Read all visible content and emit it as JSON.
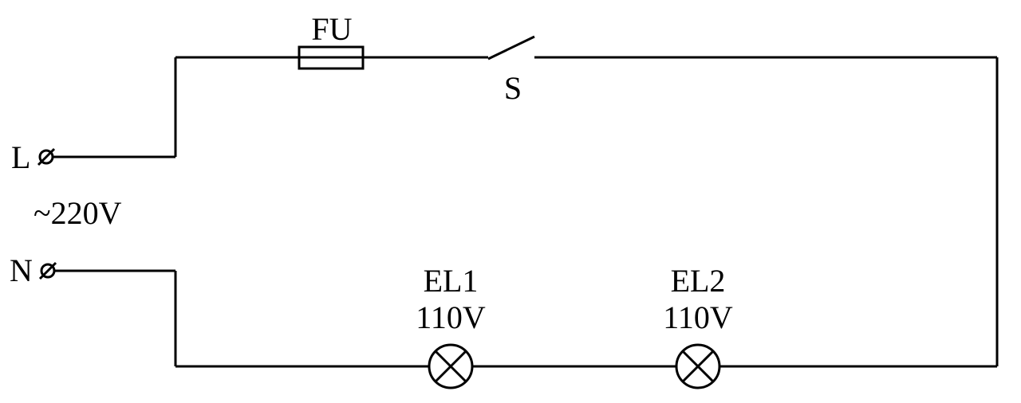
{
  "circuit": {
    "source": {
      "line_label": "L",
      "neutral_label": "N",
      "voltage": "~220V"
    },
    "fuse": {
      "label": "FU"
    },
    "switch": {
      "label": "S"
    },
    "lamps": [
      {
        "name": "EL1",
        "voltage": "110V"
      },
      {
        "name": "EL2",
        "voltage": "110V"
      }
    ],
    "colors": {
      "wire": "#000000",
      "background": "#ffffff"
    }
  }
}
